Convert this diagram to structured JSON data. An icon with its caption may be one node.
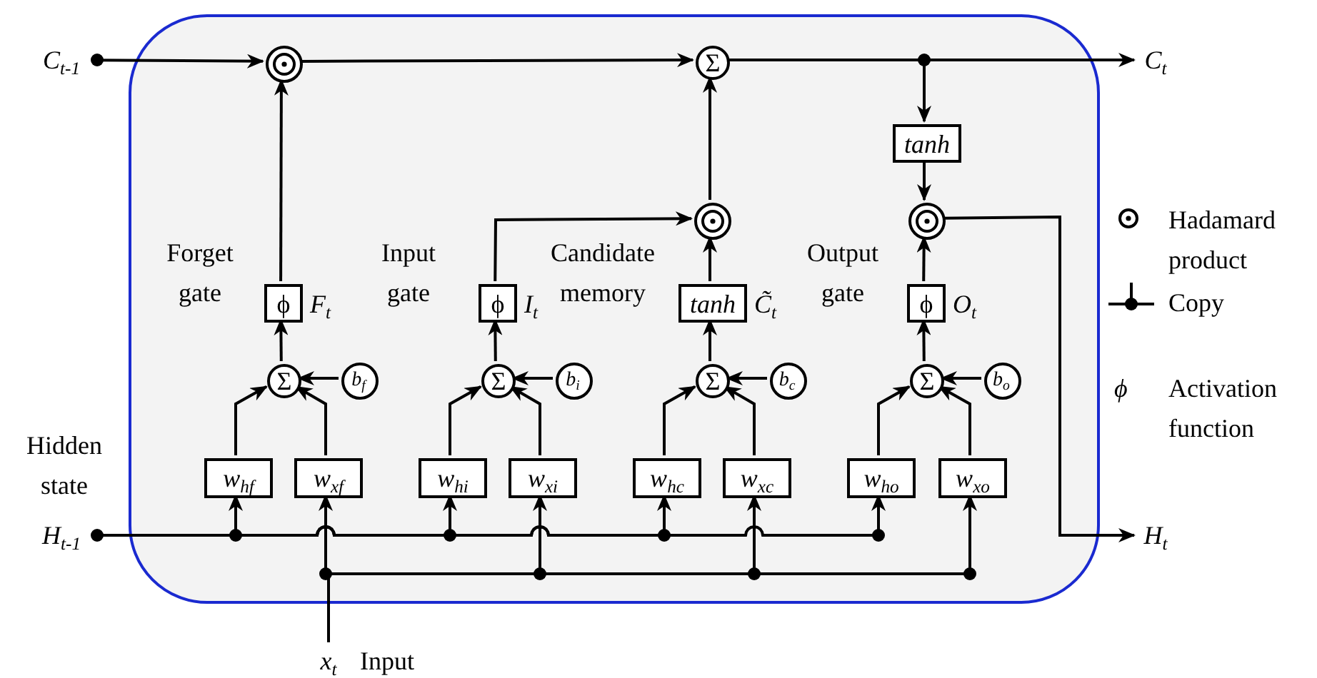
{
  "diagram": {
    "nodes": [
      {
        "text": [],
        "shape": "box"
      },
      {
        "text": [
          "C$_{t-1}$"
        ]
      },
      {
        "text": [],
        "shape": "circle",
        "in": 0
      },
      {
        "text": [
          "Σ"
        ],
        "in": 0
      },
      {
        "text": [
          "C$_{t}$"
        ]
      },
      {
        "text": [
          "tanh"
        ],
        "in": 0
      },
      {
        "text": [],
        "shape": "circle",
        "in": 0
      },
      {
        "text": [],
        "shape": "circle",
        "in": 0
      },
      {
        "text": [
          "ϕ"
        ],
        "beside": [
          "F$_{t}$"
        ],
        "in": 0
      },
      {
        "text": [
          "ϕ"
        ],
        "beside": [
          "I$_{t}$"
        ],
        "in": 0
      },
      {
        "text": [
          "tanh"
        ],
        "beside": [
          "C̃$_{t}$"
        ],
        "in": 0
      },
      {
        "text": [
          "ϕ"
        ],
        "beside": [
          "O$_{t}$"
        ],
        "in": 0
      },
      {
        "text": [
          "Σ"
        ],
        "in": 0
      },
      {
        "text": [
          "Σ"
        ],
        "in": 0
      },
      {
        "text": [
          "Σ"
        ],
        "in": 0
      },
      {
        "text": [
          "Σ"
        ],
        "in": 0
      },
      {
        "text": [
          "b$_{f}$"
        ],
        "in": 0
      },
      {
        "text": [
          "b$_{i}$"
        ],
        "in": 0
      },
      {
        "text": [
          "b$_{c}$"
        ],
        "in": 0
      },
      {
        "text": [
          "b$_{o}$"
        ],
        "in": 0
      },
      {
        "text": [
          "w$_{hf}$"
        ],
        "in": 0
      },
      {
        "text": [
          "w$_{xf}$"
        ],
        "in": 0
      },
      {
        "text": [
          "w$_{hi}$"
        ],
        "in": 0
      },
      {
        "text": [
          "w$_{xi}$"
        ],
        "in": 0
      },
      {
        "text": [
          "w$_{hc}$"
        ],
        "in": 0
      },
      {
        "text": [
          "w$_{xc}$"
        ],
        "in": 0
      },
      {
        "text": [
          "w$_{ho}$"
        ],
        "in": 0
      },
      {
        "text": [
          "w$_{xo}$"
        ],
        "in": 0
      },
      {
        "text": [
          "H$_{t-1}$"
        ]
      },
      {
        "text": [
          "H$_{t}$"
        ]
      },
      {
        "text": [
          "x$_{t}$"
        ],
        "beside": [
          "Input"
        ]
      }
    ],
    "edges": [
      {
        "from": 1,
        "to": 2,
        "arrow": "to"
      },
      {
        "from": 8,
        "to": 2,
        "arrow": "to"
      },
      {
        "from": 2,
        "to": 3,
        "arrow": "to"
      },
      {
        "from": 6,
        "to": 3,
        "arrow": "to"
      },
      {
        "from": 3,
        "to": 4,
        "arrow": "to"
      },
      {
        "from": 3,
        "to": 5,
        "arrow": "to"
      },
      {
        "from": 5,
        "to": 7,
        "arrow": "to"
      },
      {
        "from": 9,
        "to": 6,
        "arrow": "to"
      },
      {
        "from": 10,
        "to": 6,
        "arrow": "to"
      },
      {
        "from": 11,
        "to": 7,
        "arrow": "to"
      },
      {
        "from": 7,
        "to": 29,
        "arrow": "to"
      },
      {
        "from": 12,
        "to": 8,
        "arrow": "to"
      },
      {
        "from": 13,
        "to": 9,
        "arrow": "to"
      },
      {
        "from": 14,
        "to": 10,
        "arrow": "to"
      },
      {
        "from": 15,
        "to": 11,
        "arrow": "to"
      },
      {
        "from": 16,
        "to": 12,
        "arrow": "to"
      },
      {
        "from": 17,
        "to": 13,
        "arrow": "to"
      },
      {
        "from": 18,
        "to": 14,
        "arrow": "to"
      },
      {
        "from": 19,
        "to": 15,
        "arrow": "to"
      },
      {
        "from": 20,
        "to": 12,
        "arrow": "to"
      },
      {
        "from": 21,
        "to": 12,
        "arrow": "to"
      },
      {
        "from": 22,
        "to": 13,
        "arrow": "to"
      },
      {
        "from": 23,
        "to": 13,
        "arrow": "to"
      },
      {
        "from": 24,
        "to": 14,
        "arrow": "to"
      },
      {
        "from": 25,
        "to": 14,
        "arrow": "to"
      },
      {
        "from": 26,
        "to": 15,
        "arrow": "to"
      },
      {
        "from": 27,
        "to": 15,
        "arrow": "to"
      },
      {
        "from": 28,
        "to": 20,
        "arrow": "to"
      },
      {
        "from": 28,
        "to": 22,
        "arrow": "to"
      },
      {
        "from": 28,
        "to": 24,
        "arrow": "to"
      },
      {
        "from": 28,
        "to": 26,
        "arrow": "to"
      },
      {
        "from": 30,
        "to": 21,
        "arrow": "to"
      },
      {
        "from": 30,
        "to": 23,
        "arrow": "to"
      },
      {
        "from": 30,
        "to": 25,
        "arrow": "to"
      },
      {
        "from": 30,
        "to": 27,
        "arrow": "to"
      }
    ],
    "labels": [
      "Forget gate",
      "Input gate",
      "Candidate memory",
      "Output gate",
      "ϕ",
      "Hidden state"
    ],
    "legend": [
      {
        "text": "Hadamard product"
      },
      {
        "text": "Copy"
      },
      {
        "text": "Activation function"
      }
    ]
  }
}
